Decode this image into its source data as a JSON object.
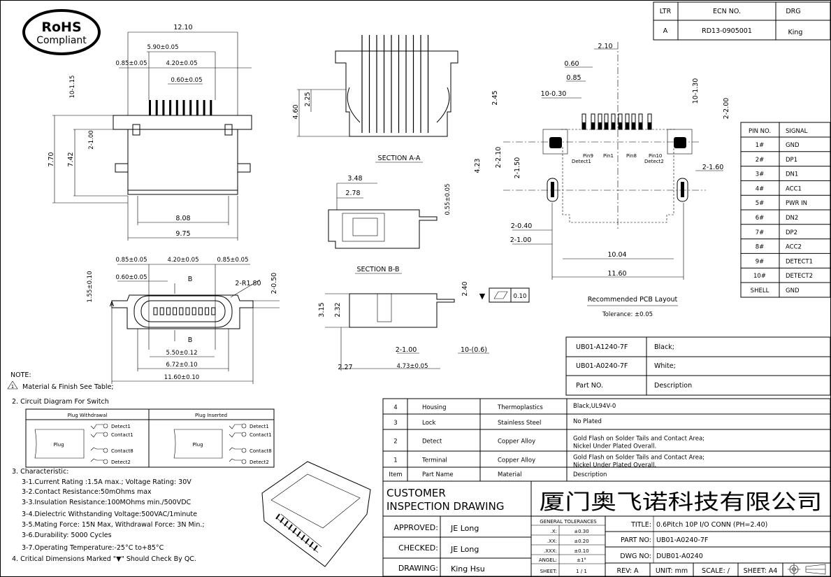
{
  "rohs": {
    "line1": "RoHS",
    "line2": "Compliant"
  },
  "revision_table": {
    "headers": [
      "LTR",
      "ECN NO.",
      "DRG"
    ],
    "row": [
      "A",
      "RD13-0905001",
      "King"
    ]
  },
  "top_view": {
    "dims": [
      "12.10",
      "5.90±0.05",
      "0.85±0.05",
      "4.20±0.05",
      "0.60±0.05",
      "10-1.15",
      "2-1.00",
      "7.70",
      "7.42",
      "8.08",
      "9.75"
    ]
  },
  "front_view": {
    "dims": [
      "0.85±0.05",
      "4.20±0.05",
      "0.85±0.05",
      "0.60±0.05",
      "B",
      "2-R1.80",
      "2-0.50",
      "1.55±0.10",
      "A",
      "B",
      "5.50±0.12",
      "6.72±0.10",
      "11.60±0.10"
    ]
  },
  "section_aa": {
    "title": "SECTION A-A",
    "dims": [
      "4.60",
      "2.25",
      "2.45"
    ]
  },
  "section_bb": {
    "title": "SECTION B-B",
    "dims": [
      "3.48",
      "2.78",
      "0.55±0.05"
    ]
  },
  "side_view": {
    "dims": [
      "3.15",
      "2.32",
      "2.40",
      "2-1.00",
      "10-(0.6)",
      "2.27",
      "4.73±0.05"
    ],
    "flatness": {
      "marker": "▼",
      "value": "0.10"
    }
  },
  "pcb_layout": {
    "dims": [
      "2.10",
      "0.60",
      "0.85",
      "10-0.30",
      "10-1.30",
      "2-2.00",
      "4.23",
      "2-2.10",
      "2-1.50",
      "2-1.60",
      "2-0.40",
      "2-1.00",
      "10.04",
      "11.60"
    ],
    "pins": [
      "Pin9",
      "Detect1",
      "Pin1",
      "Pin8",
      "Pin10",
      "Detect2"
    ],
    "title": "Recommended PCB Layout",
    "tolerance": "Tolerance: ±0.05"
  },
  "pin_table": {
    "headers": [
      "PIN NO.",
      "SIGNAL"
    ],
    "rows": [
      [
        "1#",
        "GND"
      ],
      [
        "2#",
        "DP1"
      ],
      [
        "3#",
        "DN1"
      ],
      [
        "4#",
        "ACC1"
      ],
      [
        "5#",
        "PWR IN"
      ],
      [
        "6#",
        "DN2"
      ],
      [
        "7#",
        "DP2"
      ],
      [
        "8#",
        "ACC2"
      ],
      [
        "9#",
        "DETECT1"
      ],
      [
        "10#",
        "DETECT2"
      ],
      [
        "SHELL",
        "GND"
      ]
    ]
  },
  "part_table": {
    "rows": [
      [
        "UB01-A1240-7F",
        "Black;"
      ],
      [
        "UB01-A0240-7F",
        "White;"
      ],
      [
        "Part NO.",
        "Description"
      ]
    ]
  },
  "notes": {
    "title": "NOTE:",
    "items": [
      "Material & Finish See Table;",
      "2. Circuit Diagram For Switch",
      "3. Characteristic:",
      "3-1.Current Rating :1.5A max.; Voltage Rating: 30V",
      "3-2.Contact Resistance:50mOhms max",
      "3-3.Insulation Resistance:100MOhms min./500VDC",
      "3-4.Dielectric Withstanding Voltage:500VAC/1minute",
      "3-5.Mating Force: 15N Max, Withdrawal Force: 3N Min.;",
      "3-6.Durability: 5000 Cycles",
      "3-7.Operating Temperature:-25°C to+85°C",
      "4. Critical Dimensions Marked \"▼\" Should Check By QC."
    ],
    "warning_number": "1"
  },
  "circuit": {
    "headers": [
      "Plug Withdrawal",
      "Plug Inserted"
    ],
    "plug": "Plug",
    "labels": [
      "Detect1",
      "Contact1",
      "Contact8",
      "Detect2"
    ]
  },
  "materials": {
    "rows": [
      [
        "4",
        "Housing",
        "Thermoplastics",
        "Black,UL94V-0",
        ""
      ],
      [
        "3",
        "Lock",
        "Stainless Steel",
        "No Plated",
        ""
      ],
      [
        "2",
        "Detect",
        "Copper Alloy",
        "Gold Flash on Solder Tails and Contact Area;",
        "Nickel Under Plated Overall."
      ],
      [
        "1",
        "Terminal",
        "Copper Alloy",
        "Gold Flash on Solder Tails and Contact Area;",
        "Nickel Under Plated Overall."
      ]
    ],
    "headers": [
      "Item",
      "Part Name",
      "Material",
      "Description"
    ]
  },
  "title_block": {
    "customer": "CUSTOMER",
    "inspection": "INSPECTION DRAWING",
    "company": "厦门奥飞诺科技有限公司",
    "approved_label": "APPROVED:",
    "approved": "JE Long",
    "checked_label": "CHECKED:",
    "checked": "JE Long",
    "drawing_label": "DRAWING:",
    "drawing": "King Hsu",
    "tolerances": {
      "title": "GENERAL TOLERANCES",
      "rows": [
        [
          ".X:",
          "±0.30"
        ],
        [
          ".XX:",
          "±0.20"
        ],
        [
          ".XXX:",
          "±0.10"
        ],
        [
          "ANGEL:",
          "±1°"
        ],
        [
          "SHEET:",
          "1 / 1"
        ]
      ]
    },
    "title_label": "TITLE:",
    "title": "0.6Pitch 10P I/O CONN (PH=2.40)",
    "part_no_label": "PART NO:",
    "part_no": "UB01-A0240-7F",
    "dwg_no_label": "DWG NO:",
    "dwg_no": "DUB01-A0240",
    "rev": "REV: A",
    "unit": "UNIT: mm",
    "scale": "SCALE: /",
    "sheet": "SHEET: A4"
  }
}
